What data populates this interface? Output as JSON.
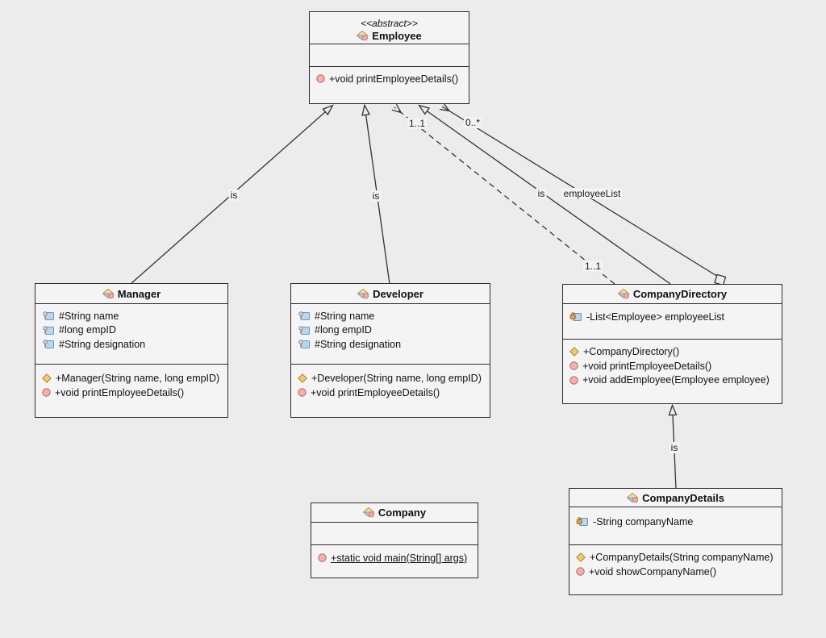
{
  "diagram": {
    "classes": {
      "employee": {
        "stereotype": "<<abstract>>",
        "name": "Employee",
        "attributes": [],
        "methods": [
          "+void printEmployeeDetails()"
        ]
      },
      "manager": {
        "name": "Manager",
        "attributes": [
          "#String name",
          "#long empID",
          "#String designation"
        ],
        "methods": [
          "+Manager(String name, long empID)",
          "+void printEmployeeDetails()"
        ]
      },
      "developer": {
        "name": "Developer",
        "attributes": [
          "#String name",
          "#long empID",
          "#String designation"
        ],
        "methods": [
          "+Developer(String name, long empID)",
          "+void printEmployeeDetails()"
        ]
      },
      "company_directory": {
        "name": "CompanyDirectory",
        "attributes": [
          "-List<Employee> employeeList"
        ],
        "methods": [
          "+CompanyDirectory()",
          "+void printEmployeeDetails()",
          "+void addEmployee(Employee employee)"
        ]
      },
      "company": {
        "name": "Company",
        "attributes": [],
        "methods": [
          "+static void main(String[] args)"
        ]
      },
      "company_details": {
        "name": "CompanyDetails",
        "attributes": [
          "-String companyName"
        ],
        "methods": [
          "+CompanyDetails(String companyName)",
          "+void showCompanyName()"
        ]
      }
    },
    "edge_labels": {
      "manager_is": "is",
      "developer_is": "is",
      "directory_is": "is",
      "employee_list": "employeeList",
      "mult_many": "0..*",
      "mult_one_top": "1..1",
      "mult_one_bottom": "1..1",
      "details_is": "is"
    },
    "icons": {
      "class": "class-icon",
      "protected_field": "field-key-icon",
      "private_field": "field-lock-icon",
      "public_method": "method-circle-icon",
      "constructor": "constructor-diamond-icon",
      "generalization": "hollow-triangle-arrow-icon",
      "aggregation": "open-diamond-icon"
    },
    "colors": {
      "background": "#ececec",
      "box_fill": "#f4f4f4",
      "border": "#2e2e2e",
      "line": "#333333",
      "method_icon": "#f6b0a8",
      "constructor_icon": "#f0ca72",
      "field_icon": "#b9d6ec"
    }
  }
}
